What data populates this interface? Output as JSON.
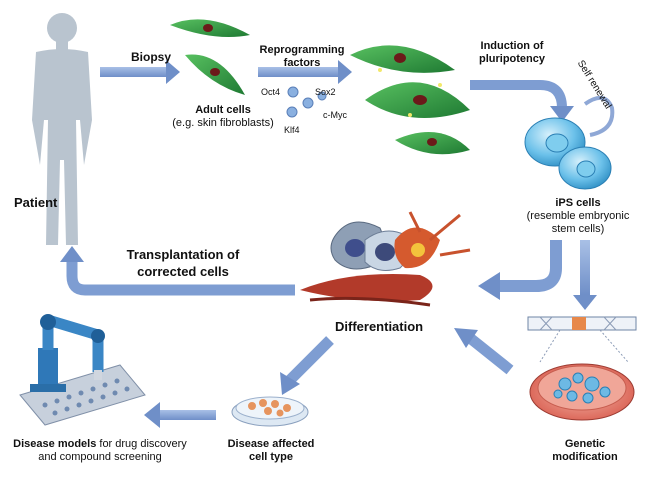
{
  "labels": {
    "biopsy": "Biopsy",
    "reprogramming_factors_1": "Reprogramming",
    "reprogramming_factors_2": "factors",
    "adult_cells": "Adult cells",
    "adult_cells_note": "(e.g. skin fibroblasts)",
    "factor_oct4": "Oct4",
    "factor_sox2": "Sox2",
    "factor_cmyc": "c-Myc",
    "factor_klf4": "Klf4",
    "induction_1": "Induction of",
    "induction_2": "pluripotency",
    "self_renewal": "Self renewal",
    "patient": "Patient",
    "ips_cells": "iPS cells",
    "ips_note_1": "(resemble embryonic",
    "ips_note_2": "stem cells)",
    "transplantation_1": "Transplantation of",
    "transplantation_2": "corrected cells",
    "differentiation": "Differentiation",
    "disease_models_bold": "Disease models",
    "disease_models_rest": " for drug discovery",
    "disease_models_2": "and compound screening",
    "disease_cell_1": "Disease affected",
    "disease_cell_2": "cell type",
    "genetic_1": "Genetic",
    "genetic_2": "modification"
  },
  "colors": {
    "arrow": "#7e9dd2",
    "silhouette": "#b9c4cf",
    "fibroblast": "#2e9a43",
    "ips_cell": "#5ab4e2",
    "robot": "#3a86c5",
    "dish": "#e57367"
  }
}
